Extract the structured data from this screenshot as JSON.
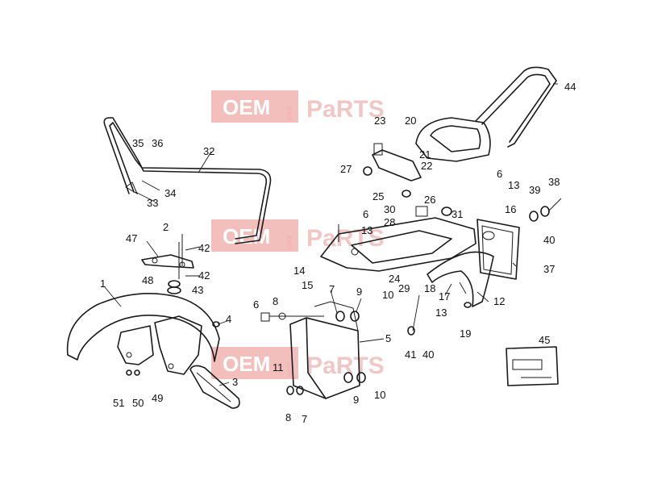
{
  "diagram": {
    "watermark": {
      "oem": "OEM",
      "bike": "BIKE",
      "parts": "PaRTS"
    },
    "callouts": [
      {
        "label": "1"
      },
      {
        "label": "2"
      },
      {
        "label": "3"
      },
      {
        "label": "4"
      },
      {
        "label": "5"
      },
      {
        "label": "6"
      },
      {
        "label": "6"
      },
      {
        "label": "6"
      },
      {
        "label": "7"
      },
      {
        "label": "7"
      },
      {
        "label": "8"
      },
      {
        "label": "8"
      },
      {
        "label": "9"
      },
      {
        "label": "9"
      },
      {
        "label": "10"
      },
      {
        "label": "10"
      },
      {
        "label": "11"
      },
      {
        "label": "12"
      },
      {
        "label": "13"
      },
      {
        "label": "13"
      },
      {
        "label": "13"
      },
      {
        "label": "14"
      },
      {
        "label": "15"
      },
      {
        "label": "16"
      },
      {
        "label": "17"
      },
      {
        "label": "18"
      },
      {
        "label": "19"
      },
      {
        "label": "20"
      },
      {
        "label": "21"
      },
      {
        "label": "22"
      },
      {
        "label": "23"
      },
      {
        "label": "24"
      },
      {
        "label": "25"
      },
      {
        "label": "26"
      },
      {
        "label": "27"
      },
      {
        "label": "28"
      },
      {
        "label": "29"
      },
      {
        "label": "30"
      },
      {
        "label": "31"
      },
      {
        "label": "32"
      },
      {
        "label": "33"
      },
      {
        "label": "34"
      },
      {
        "label": "35"
      },
      {
        "label": "36"
      },
      {
        "label": "37"
      },
      {
        "label": "38"
      },
      {
        "label": "39"
      },
      {
        "label": "40"
      },
      {
        "label": "40"
      },
      {
        "label": "41"
      },
      {
        "label": "42"
      },
      {
        "label": "42"
      },
      {
        "label": "43"
      },
      {
        "label": "44"
      },
      {
        "label": "45"
      },
      {
        "label": "47"
      },
      {
        "label": "48"
      },
      {
        "label": "49"
      },
      {
        "label": "50"
      },
      {
        "label": "51"
      }
    ]
  }
}
